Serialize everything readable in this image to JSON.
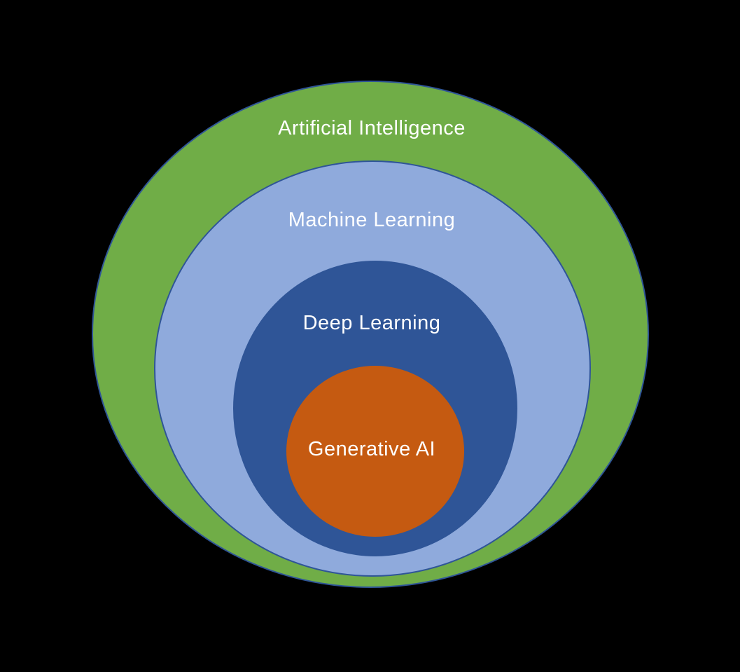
{
  "diagram": {
    "layers": [
      {
        "id": "ai",
        "label": "Artificial Intelligence",
        "fill": "#70ad47",
        "stroke": "#2f5597"
      },
      {
        "id": "ml",
        "label": "Machine Learning",
        "fill": "#8faadc",
        "stroke": "#2f5597"
      },
      {
        "id": "dl",
        "label": "Deep Learning",
        "fill": "#2f5597",
        "stroke": "#2f5597"
      },
      {
        "id": "genai",
        "label": "Generative AI",
        "fill": "#c55a11",
        "stroke": "#c55a11"
      }
    ],
    "background": "#000000",
    "text_color": "#ffffff"
  }
}
